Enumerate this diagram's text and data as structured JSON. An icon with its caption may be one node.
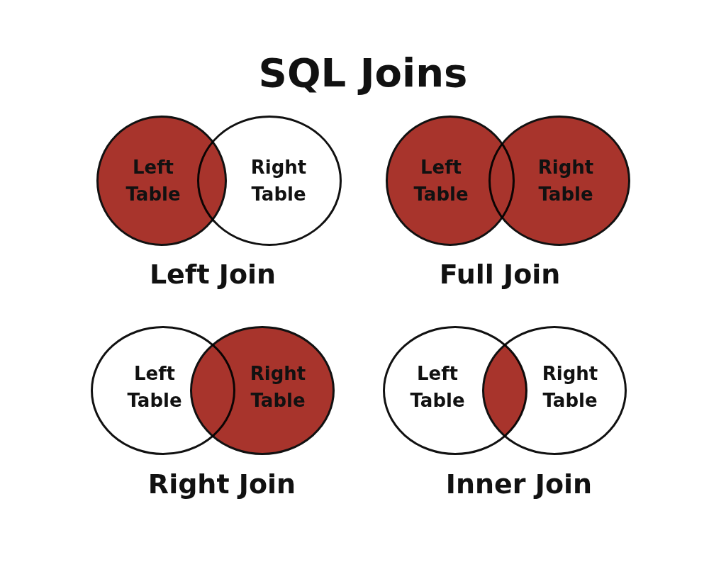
{
  "diagram": {
    "title": "SQL Joins",
    "nodes": [
      {
        "text": [
          "Left Table"
        ]
      },
      {
        "text": [
          "Right Table"
        ]
      },
      {
        "text": [
          "Left Table"
        ]
      },
      {
        "text": [
          "Right Table"
        ]
      },
      {
        "text": [
          "Left Table"
        ]
      },
      {
        "text": [
          "Right Table"
        ]
      },
      {
        "text": [
          "Left Table"
        ]
      },
      {
        "text": [
          "Right Table"
        ]
      }
    ],
    "edges": [],
    "labels": [
      "Left Join",
      "Full Join",
      "Right Join",
      "Inner Join"
    ]
  }
}
